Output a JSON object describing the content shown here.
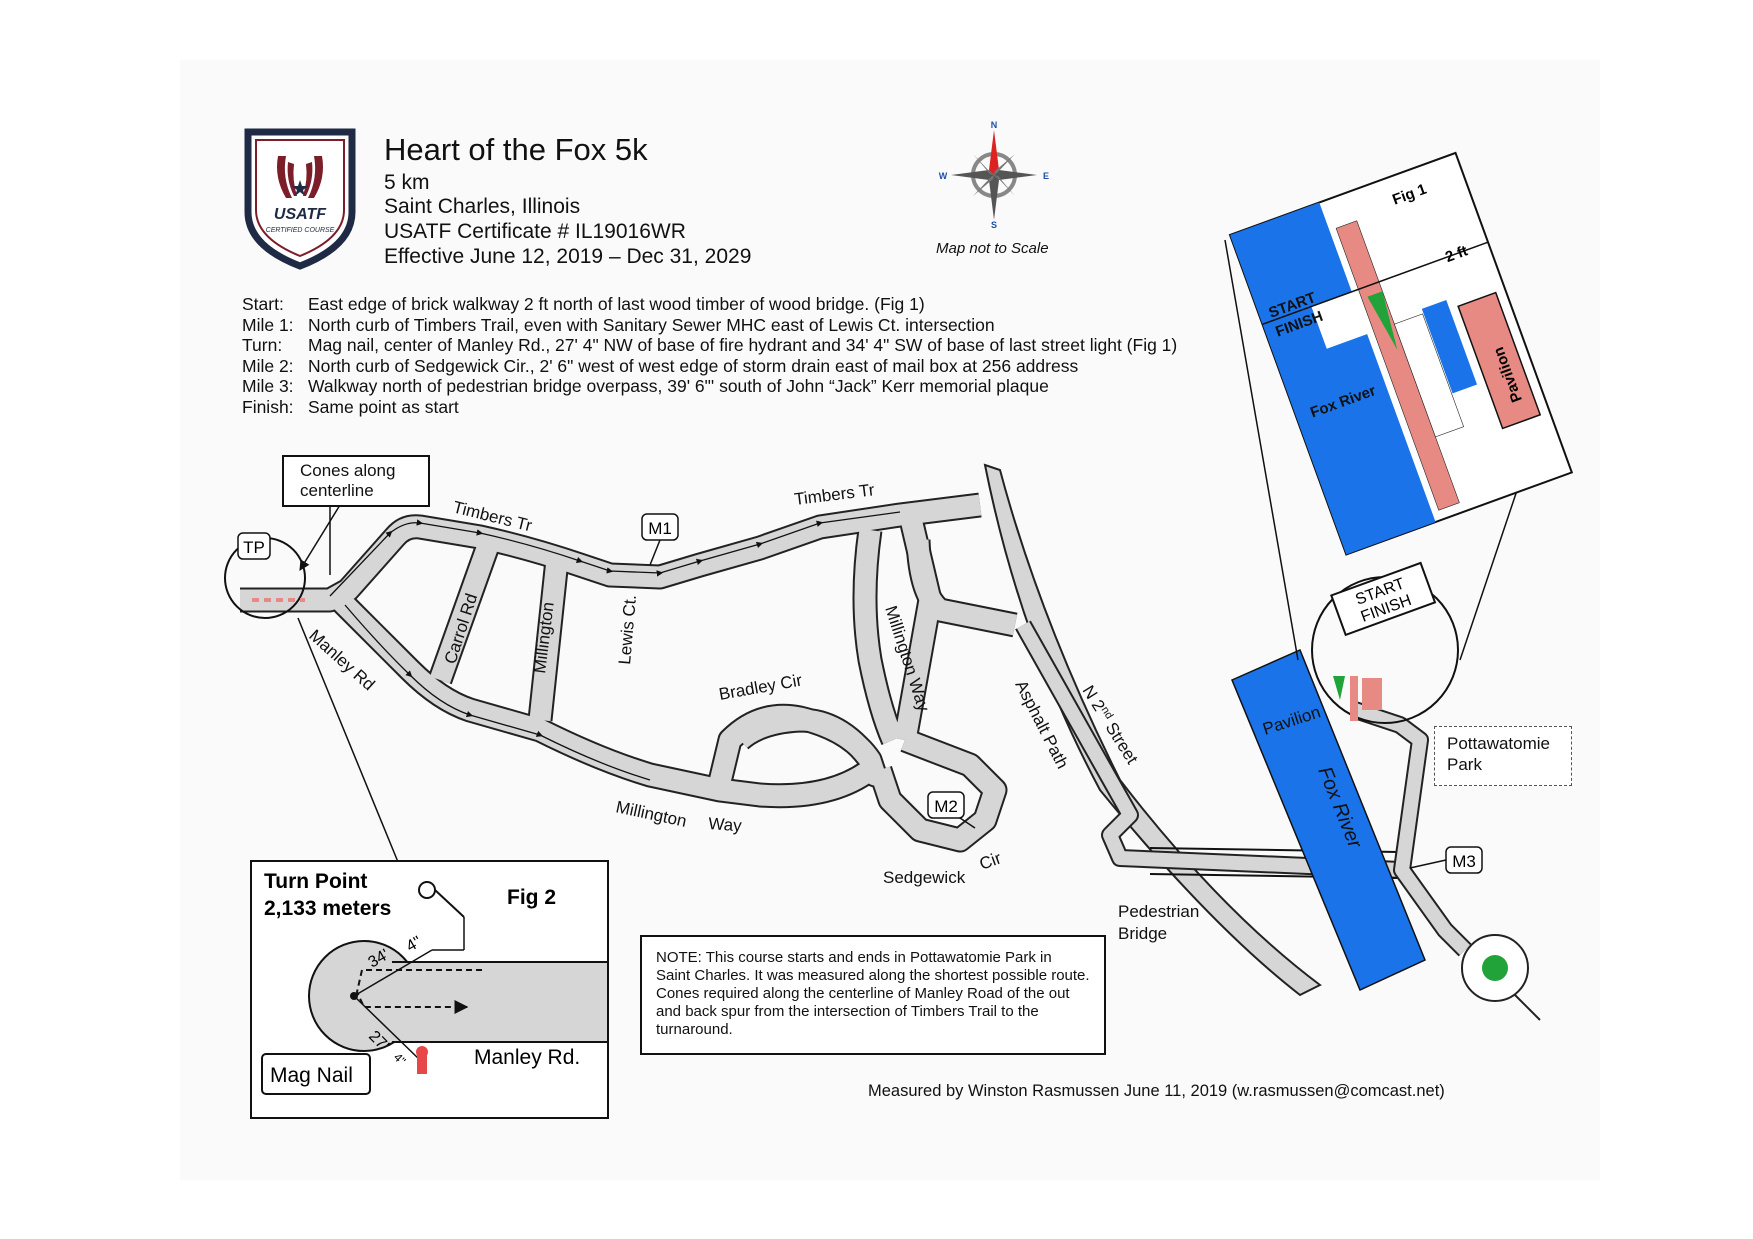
{
  "header": {
    "title": "Heart of the Fox 5k",
    "distance": "5 km",
    "location": "Saint Charles, Illinois",
    "certificate": "USATF Certificate # IL19016WR",
    "effective": "Effective June 12, 2019 – Dec 31, 2029"
  },
  "logo": {
    "line1": "USATF",
    "line2": "CERTIFIED COURSE",
    "accent": "#7b1e2a",
    "navy": "#1f2a44"
  },
  "compass": {
    "n": "N",
    "s": "S",
    "e": "E",
    "w": "W",
    "note": "Map not to Scale",
    "red": "#d22"
  },
  "notes": [
    {
      "label": "Start:",
      "text": "East edge of brick walkway 2 ft north of last wood timber of wood bridge. (Fig 1)"
    },
    {
      "label": "Mile 1:",
      "text": "North curb of Timbers Trail, even with Sanitary Sewer MHC east of Lewis Ct. intersection"
    },
    {
      "label": "Turn:",
      "text": "Mag nail, center of Manley Rd., 27' 4\" NW of base of fire hydrant and 34' 4\" SW of base of last street light (Fig 1)"
    },
    {
      "label": "Mile 2:",
      "text": "North curb of Sedgewick Cir., 2' 6\" west of west edge of storm drain east of mail box at 256 address"
    },
    {
      "label": "Mile 3:",
      "text": "Walkway north of pedestrian bridge overpass, 39' 6\"' south of John “Jack” Kerr memorial plaque"
    },
    {
      "label": "Finish:",
      "text": "Same point as start"
    }
  ],
  "streets": {
    "timbers_w": "Timbers Tr",
    "timbers_e": "Timbers Tr",
    "manley": "Manley Rd",
    "carrol": "Carrol Rd",
    "millington_n": "Millington",
    "lewis": "Lewis Ct.",
    "bradley": "Bradley Cir",
    "millington_way_n": "Millington Way",
    "millington_way_s": "Millington",
    "millington_way_s2": "Way",
    "sedgewick": "Sedgewick",
    "cir": "Cir",
    "asphalt": "Asphalt Path",
    "n2nd_pre": "N 2",
    "n2nd_sup": "nd",
    "n2nd_post": " Street",
    "ped_bridge_1": "Pedestrian",
    "ped_bridge_2": "Bridge"
  },
  "markers": {
    "tp": "TP",
    "m1": "M1",
    "m2": "M2",
    "m3": "M3"
  },
  "cones": {
    "line1": "Cones along",
    "line2": "centerline"
  },
  "park": {
    "line1": "Pottawatomie",
    "line2": "Park"
  },
  "river": {
    "label_main": "Fox River",
    "pavilion": "Pavilion",
    "color": "#1a73e8"
  },
  "start_finish": {
    "start": "START",
    "finish": "FINISH"
  },
  "fig1": {
    "title": "Fig 1",
    "dim": "2 ft",
    "river": "Fox River",
    "pavilion": "Pavilion",
    "start": "START",
    "finish": "FINISH",
    "pavilion_color": "#e8776f"
  },
  "fig2": {
    "title": "Fig 2",
    "heading1": "Turn Point",
    "heading2": "2,133 meters",
    "road": "Manley Rd.",
    "nail": "Mag Nail",
    "d1": "34'",
    "d1b": "4\"",
    "d2": "27'",
    "d2b": "4\""
  },
  "note": {
    "text": "NOTE:  This course starts and ends in Pottawatomie Park in Saint Charles. It was measured along the shortest possible route. Cones required along the centerline of Manley Road of the out and back spur from the intersection of Timbers Trail to the turnaround."
  },
  "credit": "Measured by Winston Rasmussen June 11, 2019  (w.rasmussen@comcast.net)",
  "colors": {
    "road": "#d6d6d6",
    "route_green": "#22a33a",
    "brick": "#e88a84"
  }
}
